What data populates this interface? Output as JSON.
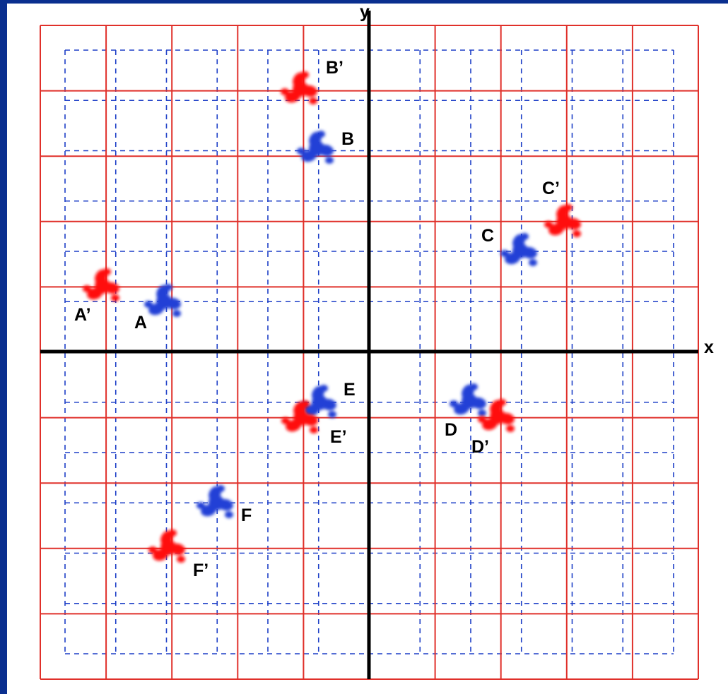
{
  "colors": {
    "frame": "#0a2f8f",
    "background": "#ffffff",
    "outer_grid": "#e0302a",
    "inner_grid": "#1d3fc7",
    "axis": "#000000",
    "original_shape": "#2341d6",
    "image_shape": "#ff1010"
  },
  "axes": {
    "x_label": "x",
    "y_label": "y"
  },
  "labels": {
    "A": "A",
    "A_prime": "A’",
    "B": "B",
    "B_prime": "B’",
    "C": "C",
    "C_prime": "C’",
    "D": "D",
    "D_prime": "D’",
    "E": "E",
    "E_prime": "E’",
    "F": "F",
    "F_prime": "F’"
  }
}
